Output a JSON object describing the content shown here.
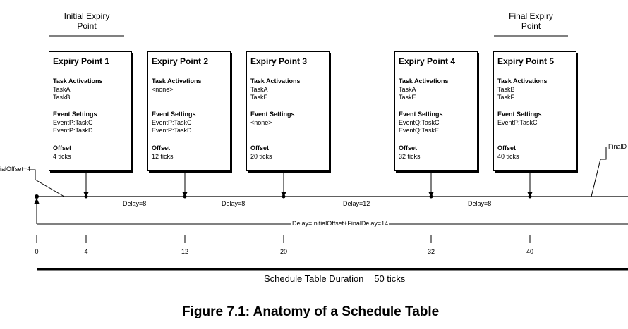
{
  "headers": {
    "initial": [
      "Initial Expiry",
      "Point"
    ],
    "final": [
      "Final Expiry",
      "Point"
    ]
  },
  "expiry_points": [
    {
      "title": "Expiry Point 1",
      "task_label": "Task Activations",
      "tasks": [
        "TaskA",
        "TaskB"
      ],
      "event_label": "Event Settings",
      "events": [
        "EventP:TaskC",
        "EventP:TaskD"
      ],
      "offset_label": "Offset",
      "offset": "4 ticks"
    },
    {
      "title": "Expiry Point 2",
      "task_label": "Task Activations",
      "tasks": [
        "<none>"
      ],
      "event_label": "Event Settings",
      "events": [
        "EventP:TaskC",
        "EventP:TaskD"
      ],
      "offset_label": "Offset",
      "offset": "12 ticks"
    },
    {
      "title": "Expiry Point 3",
      "task_label": "Task Activations",
      "tasks": [
        "TaskA",
        "TaskE"
      ],
      "event_label": "Event Settings",
      "events": [
        "<none>"
      ],
      "offset_label": "Offset",
      "offset": "20 ticks"
    },
    {
      "title": "Expiry Point 4",
      "task_label": "Task Activations",
      "tasks": [
        "TaskA",
        "TaskE"
      ],
      "event_label": "Event Settings",
      "events": [
        "EventQ:TaskC",
        "EventQ:TaskE"
      ],
      "offset_label": "Offset",
      "offset": "32 ticks"
    },
    {
      "title": "Expiry Point 5",
      "task_label": "Task Activations",
      "tasks": [
        "TaskB",
        "TaskF"
      ],
      "event_label": "Event Settings",
      "events": [
        "EventP:TaskC"
      ],
      "offset_label": "Offset",
      "offset": "40 ticks"
    }
  ],
  "callouts": {
    "initial_offset": "ialOffset=4",
    "final_delay": "FinalD"
  },
  "delays": [
    "Delay=8",
    "Delay=8",
    "Delay=12",
    "Delay=8"
  ],
  "loop_delay": "Delay=InitialOffset+FinalDelay=14",
  "ticks": [
    "0",
    "4",
    "12",
    "20",
    "32",
    "40"
  ],
  "duration": "Schedule Table Duration = 50 ticks",
  "caption": "Figure 7.1: Anatomy of a Schedule Table"
}
